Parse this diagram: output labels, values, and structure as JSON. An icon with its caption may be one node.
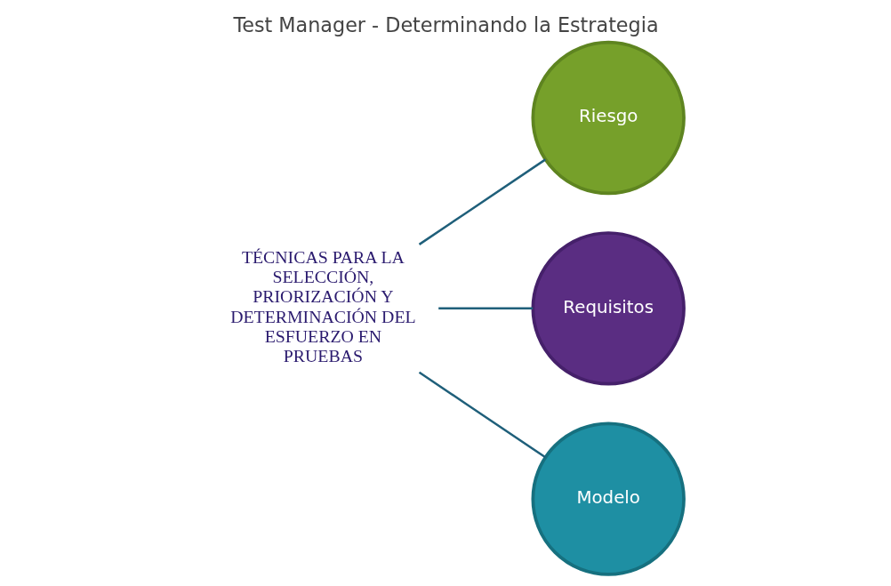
{
  "diagram": {
    "title": "Test Manager - Determinando la Estrategia",
    "nodes": [
      {
        "text": [
          "TÉCNICAS PARA LA SELECCIÓN, PRIORIZACIÓN Y DETERMINACIÓN DEL ESFUERZO EN PRUEBAS"
        ]
      },
      {
        "text": [
          "Riesgo"
        ]
      },
      {
        "text": [
          "Requisitos"
        ]
      },
      {
        "text": [
          "Modelo"
        ]
      }
    ],
    "edges": [
      {
        "from": 0,
        "to": 1,
        "arrow": "none"
      },
      {
        "from": 0,
        "to": 2,
        "arrow": "none"
      },
      {
        "from": 0,
        "to": 3,
        "arrow": "none"
      }
    ]
  }
}
